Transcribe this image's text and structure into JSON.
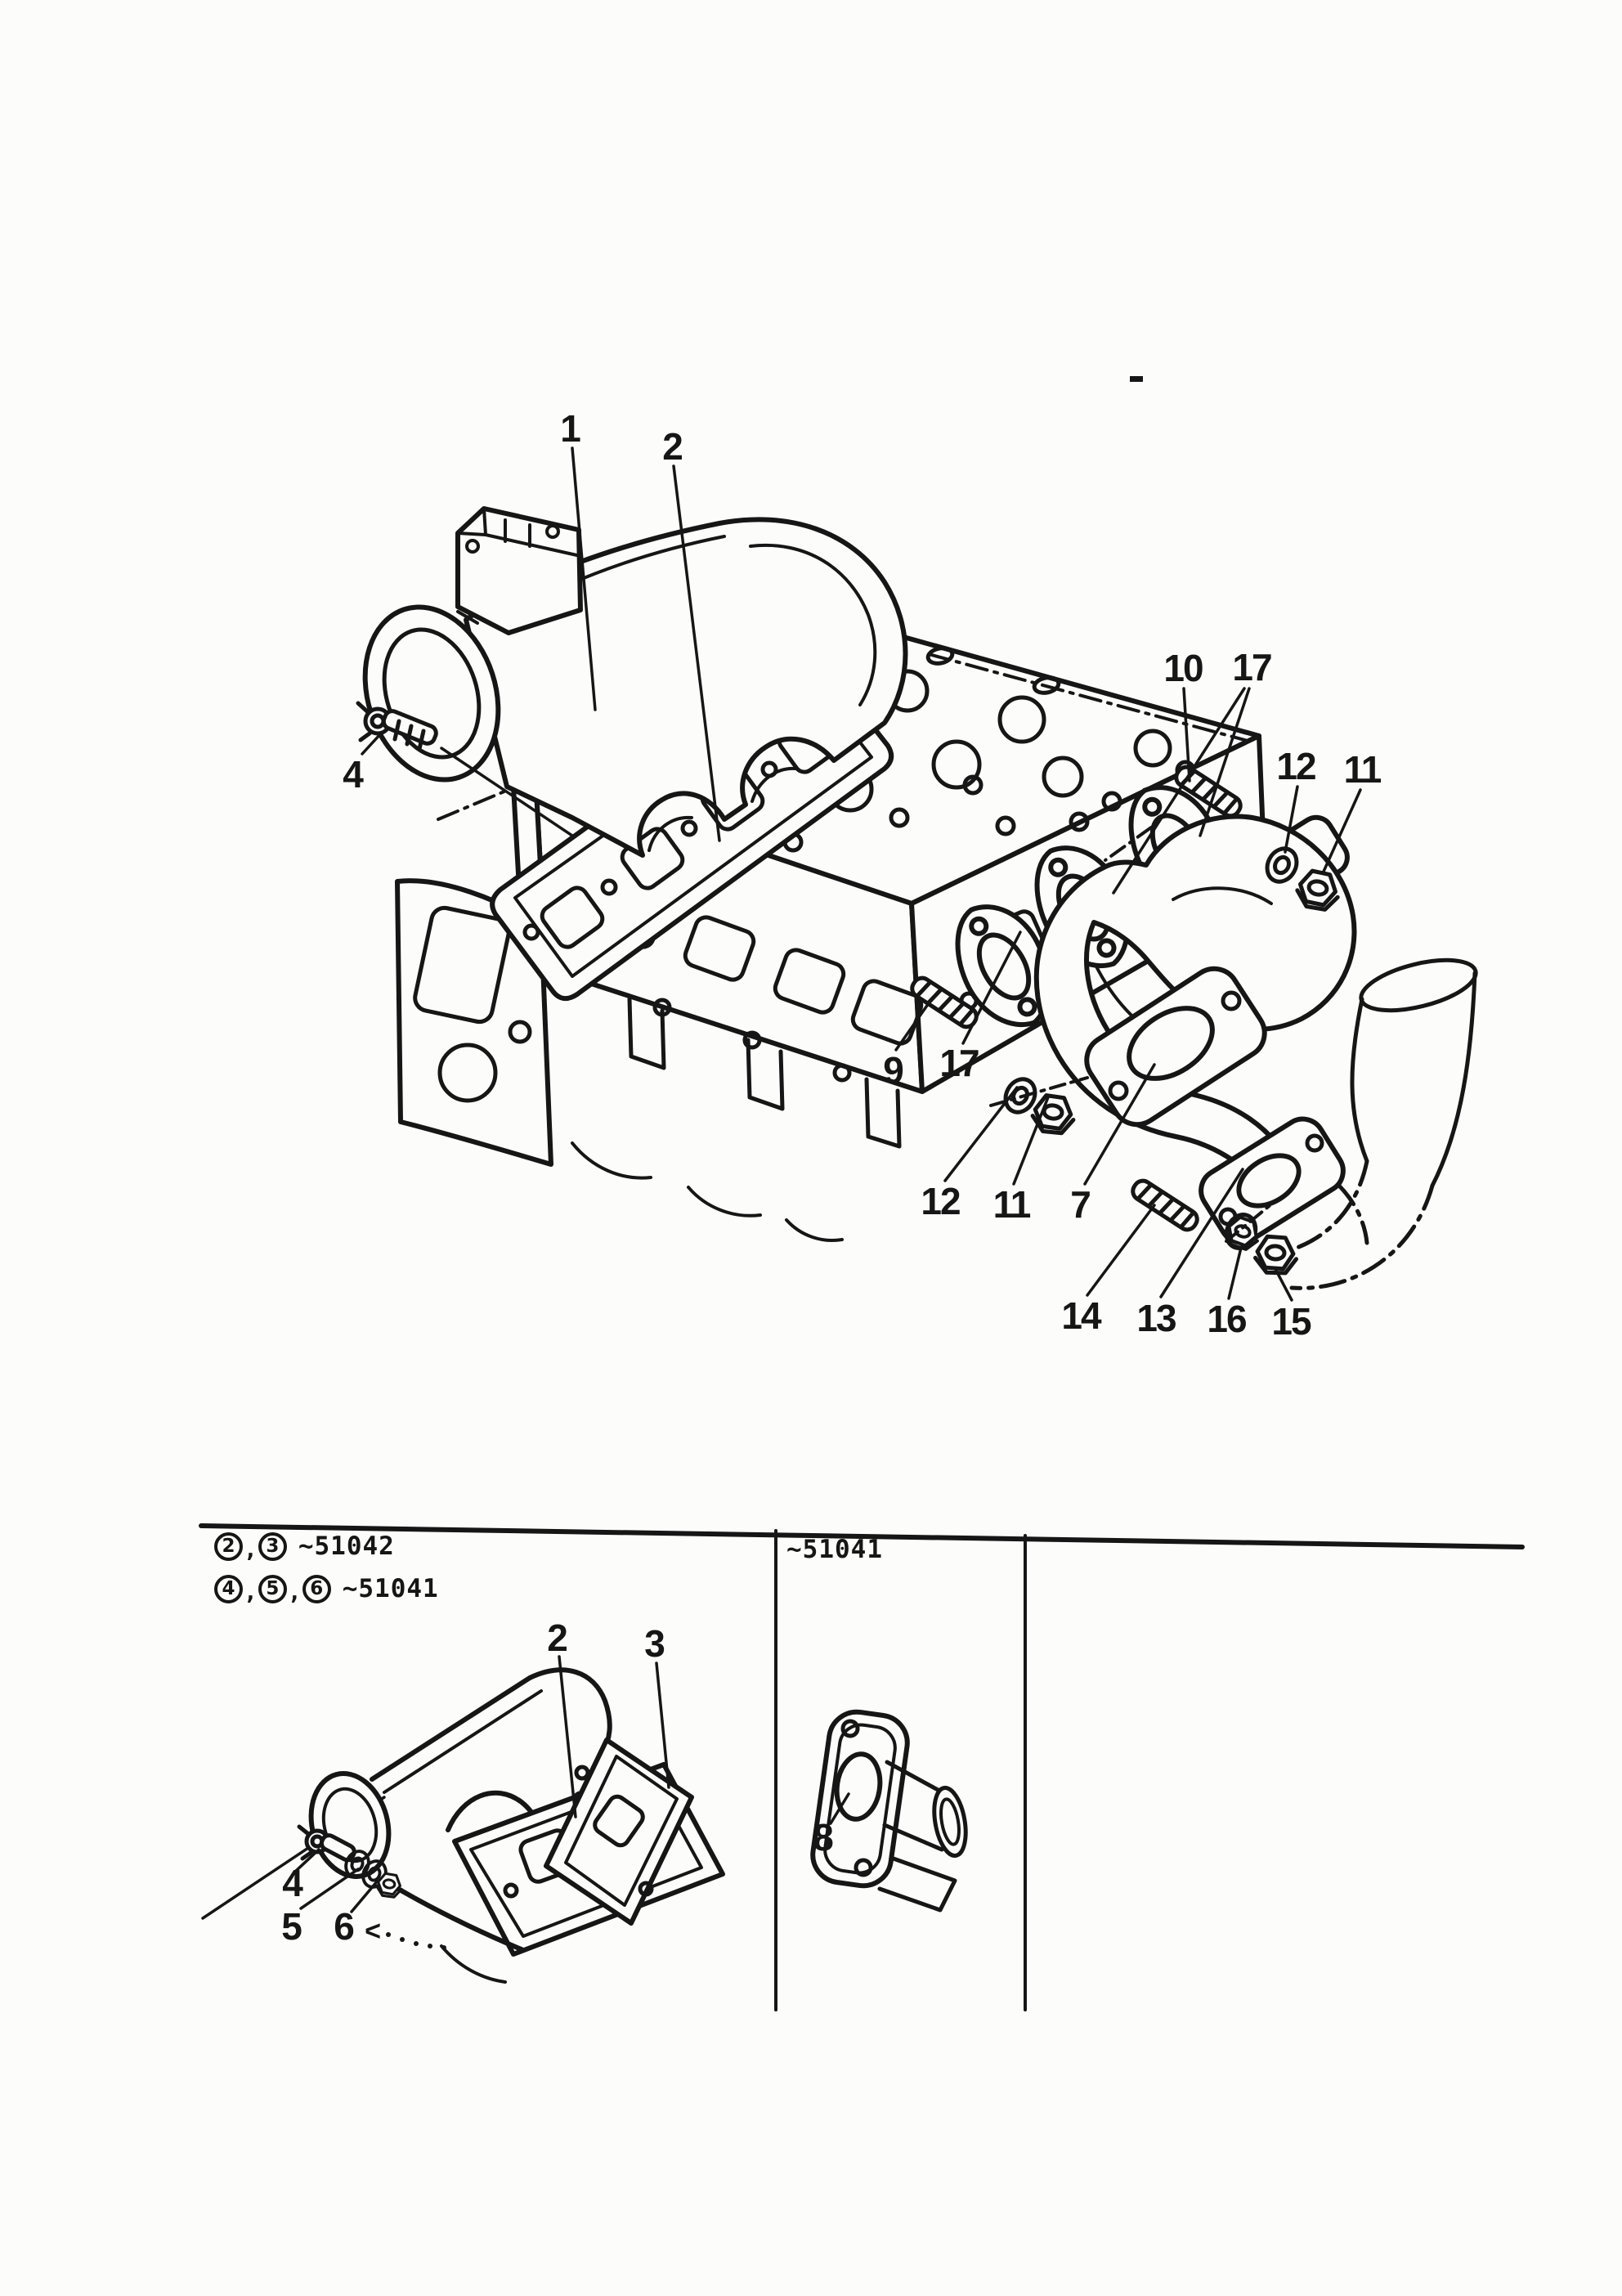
{
  "page": {
    "bg": "#fcfcfb",
    "ink": "#161616"
  },
  "main_view": {
    "name": "intake and exhaust manifold exploded view on cylinder head",
    "callouts": [
      {
        "id": "intake-manifold",
        "label": "1"
      },
      {
        "id": "intake-gasket",
        "label": "2"
      },
      {
        "id": "bolt",
        "label": "4"
      },
      {
        "id": "stud-upper",
        "label": "10"
      },
      {
        "id": "exhaust-gasket-upper",
        "label": "17"
      },
      {
        "id": "washer-upper",
        "label": "12"
      },
      {
        "id": "nut-upper",
        "label": "11"
      },
      {
        "id": "stud-mid",
        "label": "9"
      },
      {
        "id": "exhaust-gasket-lower",
        "label": "17"
      },
      {
        "id": "washer-lower",
        "label": "12"
      },
      {
        "id": "nut-lower",
        "label": "11"
      },
      {
        "id": "exhaust-flange",
        "label": "7"
      },
      {
        "id": "stud-lower",
        "label": "14"
      },
      {
        "id": "exhaust-elbow",
        "label": "13"
      },
      {
        "id": "flanged-nut",
        "label": "16"
      },
      {
        "id": "hex-nut",
        "label": "15"
      }
    ]
  },
  "bottom_left_view": {
    "callouts": [
      {
        "id": "early-manifold-body",
        "label": "2"
      },
      {
        "id": "early-gasket",
        "label": "3"
      },
      {
        "id": "early-bolt",
        "label": "4"
      },
      {
        "id": "early-washer",
        "label": "5"
      },
      {
        "id": "early-nut",
        "label": "6"
      }
    ],
    "arrow_glyph": "<"
  },
  "middle_view": {
    "serial": "~51041",
    "callouts": [
      {
        "id": "early-exhaust-flange",
        "label": "8"
      }
    ]
  },
  "variant_notes": {
    "line1": {
      "d0": "2",
      "sep1": ",",
      "d1": "3",
      "serial": "~51042"
    },
    "line2": {
      "d0": "4",
      "sep1": ",",
      "d1": "5",
      "sep2": ",",
      "d2": "6",
      "serial": "~51041"
    }
  }
}
